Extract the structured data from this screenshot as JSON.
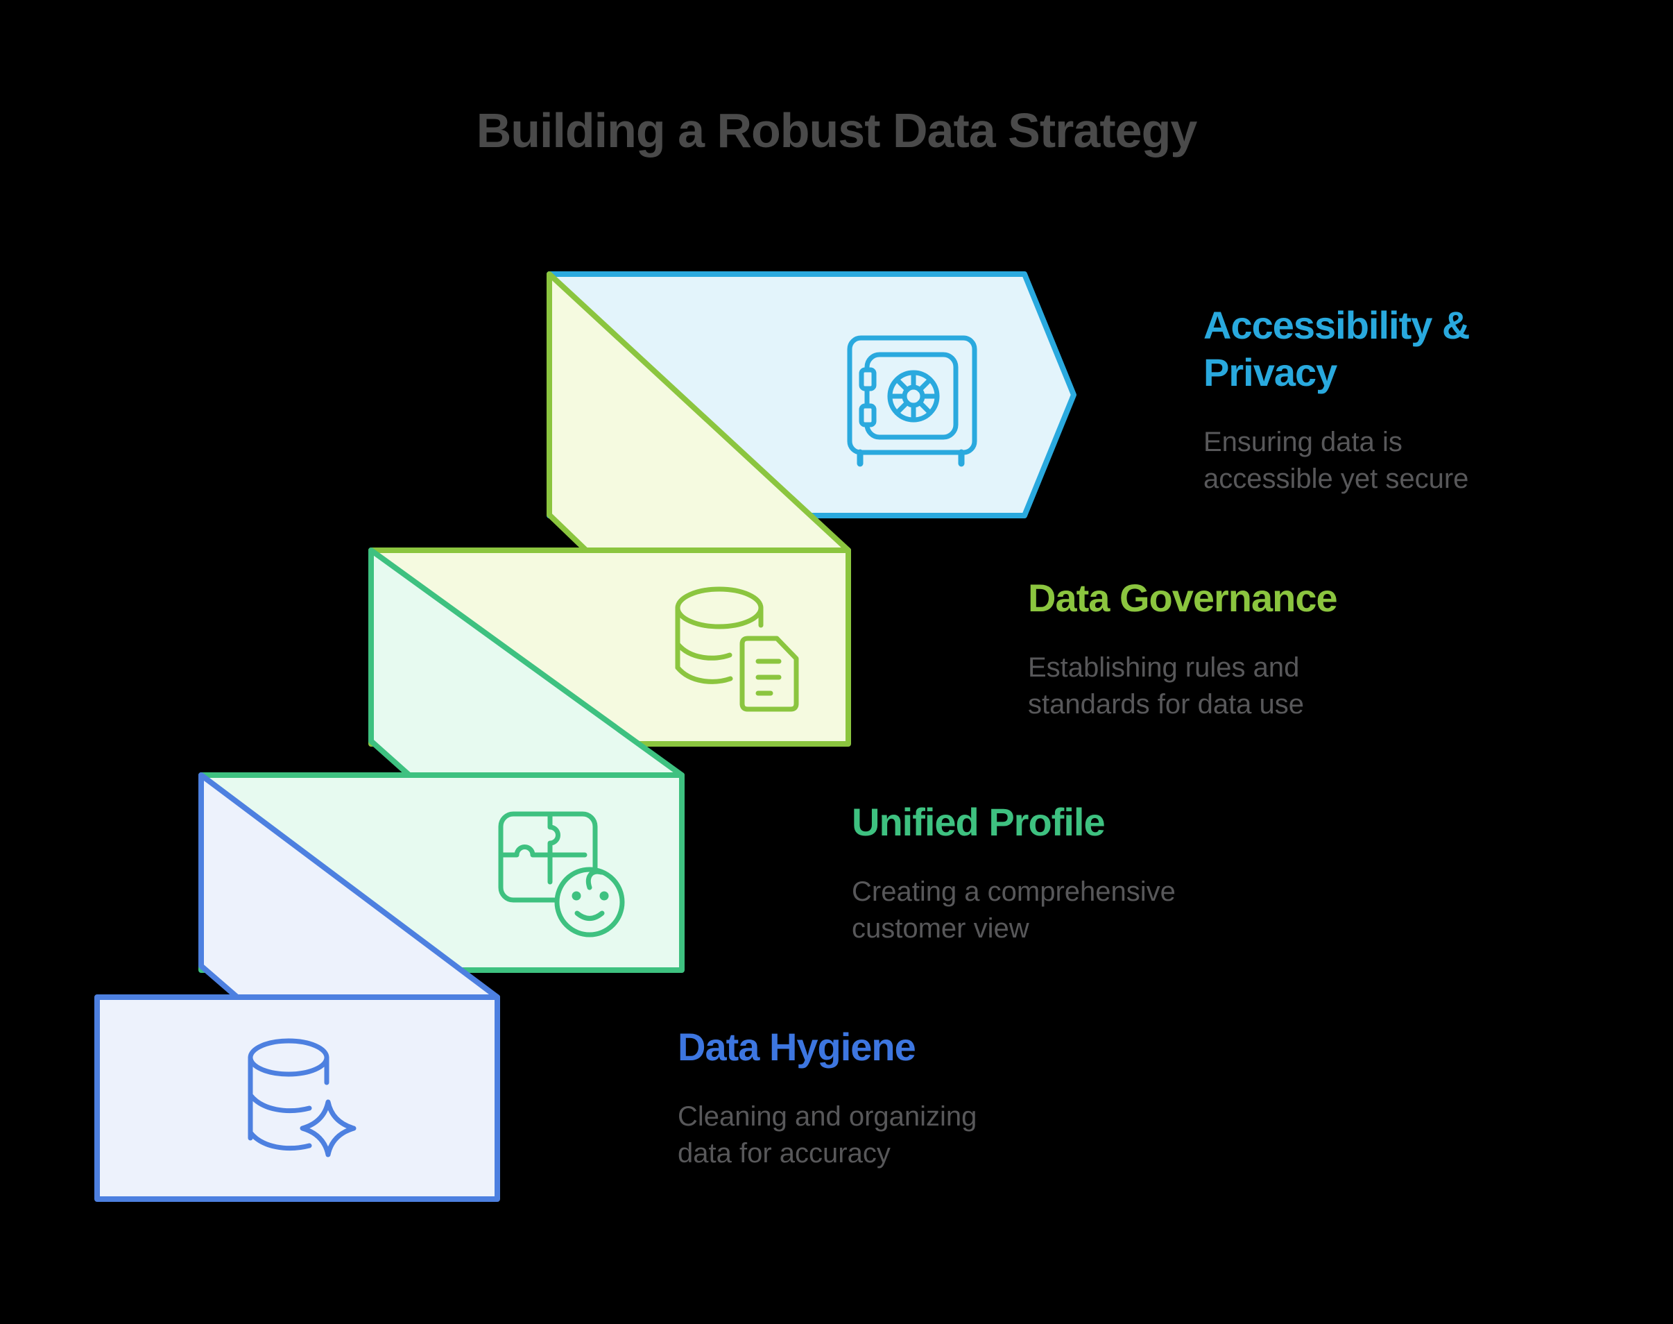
{
  "title": "Building a Robust Data Strategy",
  "colors": {
    "background": "#000000",
    "title": "#4a4a4a",
    "body_text": "#58585a",
    "step1_accent": "#2aa9de",
    "step1_fill": "#e3f4fb",
    "step1_heading": "#29a9de",
    "step2_accent": "#8bc53f",
    "step2_fill": "#f5fae0",
    "step2_heading": "#8bc53f",
    "step3_accent": "#3ec180",
    "step3_fill": "#e7faf0",
    "step3_heading": "#3ec180",
    "step4_accent": "#4d80e0",
    "step4_fill": "#edf2fc",
    "step4_heading": "#3d76e0"
  },
  "steps": [
    {
      "heading_line1": "Accessibility &",
      "heading_line2": "Privacy",
      "description_line1": "Ensuring data is",
      "description_line2": "accessible yet secure",
      "icon": "safe-vault-icon"
    },
    {
      "heading_line1": "Data Governance",
      "heading_line2": "",
      "description_line1": "Establishing rules and",
      "description_line2": "standards for data use",
      "icon": "database-document-icon"
    },
    {
      "heading_line1": "Unified Profile",
      "heading_line2": "",
      "description_line1": "Creating a comprehensive",
      "description_line2": "customer view",
      "icon": "puzzle-person-icon"
    },
    {
      "heading_line1": "Data Hygiene",
      "heading_line2": "",
      "description_line1": "Cleaning and organizing",
      "description_line2": "data for accuracy",
      "icon": "database-sparkle-icon"
    }
  ]
}
